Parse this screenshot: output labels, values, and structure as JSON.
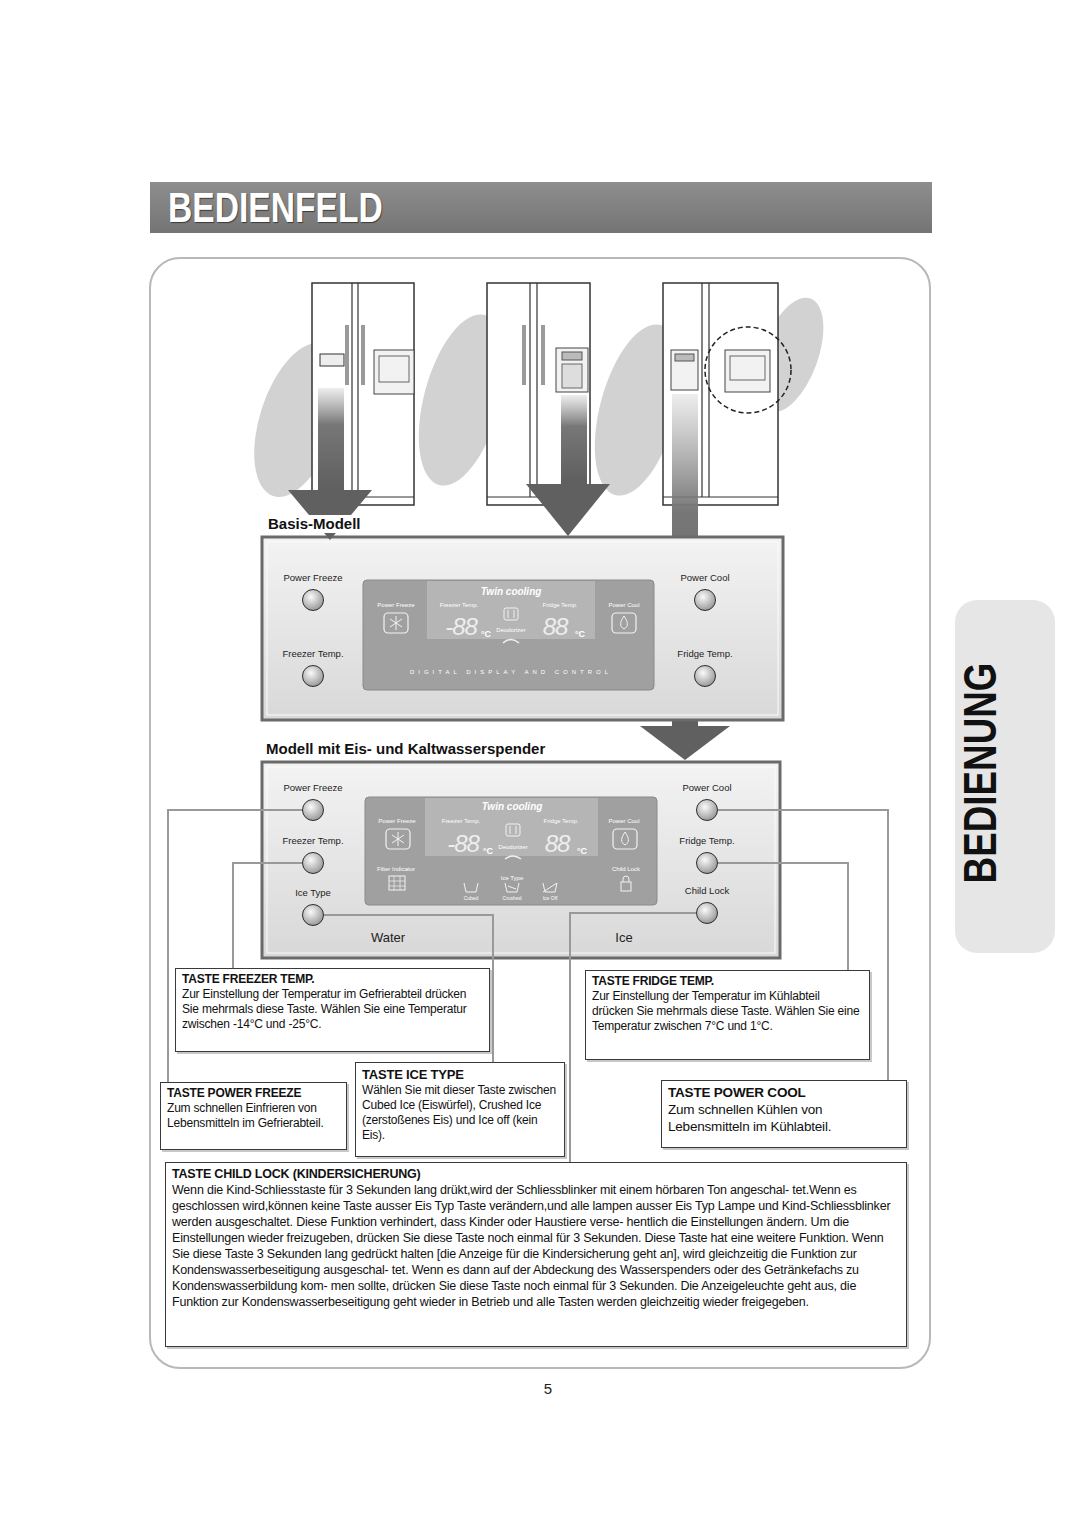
{
  "diagram": {
    "title": "BEDIENFELD",
    "nodes": [
      {
        "text": [
          "Basis-Modell"
        ]
      },
      {
        "text": [
          "Twin cooling",
          "Power Freeze",
          "Freezer Temp.",
          "Fridge Temp.",
          "Power Cool",
          "-88",
          "°C",
          "Deodorizer",
          "88",
          "°C",
          "DIGITAL DISPLAY AND CONTROL"
        ],
        "in": 0
      },
      {
        "text": [
          "Power Freeze"
        ],
        "in": 0
      },
      {
        "text": [
          "Power Cool"
        ],
        "in": 0
      },
      {
        "text": [
          "Freezer Temp."
        ],
        "in": 0
      },
      {
        "text": [
          "Fridge Temp."
        ],
        "in": 0
      },
      {
        "text": [
          "Modell mit Eis- und Kaltwasserspender"
        ]
      },
      {
        "text": [
          "Twin cooling",
          "Power Freeze",
          "Freezer Temp.",
          "Fridge Temp.",
          "Power Cool",
          "-88",
          "°C",
          "Deodorizer",
          "88",
          "°C",
          "Filter Indicator",
          "Child Lock",
          "Ice Type",
          "Cubed",
          "Crushed",
          "Ice Off"
        ],
        "in": 6
      },
      {
        "text": [
          "Power Freeze"
        ],
        "in": 6
      },
      {
        "text": [
          "Power Cool"
        ],
        "in": 6
      },
      {
        "text": [
          "Freezer Temp."
        ],
        "in": 6
      },
      {
        "text": [
          "Fridge Temp."
        ],
        "in": 6
      },
      {
        "text": [
          "Ice Type"
        ],
        "in": 6
      },
      {
        "text": [
          "Child Lock"
        ],
        "in": 6
      },
      {
        "text": [
          "TASTE FREEZER TEMP.",
          "Zur Einstellung der Temperatur im Gefrierabteil drücken Sie mehrmals diese Taste. Wählen Sie eine Temperatur zwischen -14°C und -25°C."
        ]
      },
      {
        "text": [
          "TASTE FRIDGE TEMP.",
          "Zur Einstellung der Temperatur im Kühlabteil drücken Sie mehrmals diese Taste. Wählen Sie eine Temperatur zwischen 7°C und 1°C."
        ]
      },
      {
        "text": [
          "TASTE ICE TYPE",
          "Wählen Sie mit dieser Taste zwischen Cubed Ice (Eiswürfel), Crushed Ice (zerstoßenes Eis) und Ice off (kein Eis)."
        ]
      },
      {
        "text": [
          "TASTE POWER FREEZE",
          "Zum schnellen Einfrieren von Lebensmitteln im Gefrierabteil."
        ]
      },
      {
        "text": [
          "TASTE POWER COOL",
          "Zum schnellen Kühlen von Lebensmitteln im Kühlabteil."
        ]
      },
      {
        "text": [
          "TASTE CHILD LOCK (KINDERSICHERUNG)",
          "Wenn die Kind-Schliesstaste für 3 Sekunden lang drükt,wird der Schliessblinker mit einem hörbaren Ton angeschal- tet.Wenn es geschlossen wird,können keine Taste ausser Eis Typ Taste verändern,und alle lampen ausser Eis Typ Lampe und Kind-Schliessblinker werden ausgeschaltet. Diese Funktion verhindert, dass Kinder oder Haustiere verse- hentlich die Einstellungen ändern. Um die Einstellungen wieder freizugeben, drücken Sie diese Taste noch einmal für 3 Sekunden. Diese Taste hat eine weitere Funktion. Wenn Sie diese Taste 3 Sekunden lang gedrückt halten [die Anzeige für die Kindersicherung geht an], wird gleichzeitig die Funktion zur Kondenswasserbeseitigung ausgeschal- tet. Wenn es dann auf der Abdeckung des Wasserspenders oder des Getränkefachs zu Kondenswasserbildung kom- men sollte, drücken Sie diese Taste noch einmal für 3 Sekunden. Die Anzeigeleuchte geht aus, die Funktion zur Kondenswasserbeseitigung geht wieder in Betrieb und alle Tasten werden gleichzeitig wieder freigegeben."
        ]
      },
      {
        "text": [
          "BEDIENUNG"
        ]
      }
    ],
    "edges": [
      {
        "from": 8,
        "to": 17,
        "arrow": "none"
      },
      {
        "from": 10,
        "to": 14,
        "arrow": "none"
      },
      {
        "from": 12,
        "to": 16,
        "arrow": "none"
      },
      {
        "from": 9,
        "to": 18,
        "arrow": "none"
      },
      {
        "from": 11,
        "to": 15,
        "arrow": "none"
      },
      {
        "from": 13,
        "to": 19,
        "arrow": "none"
      }
    ],
    "labels": [
      "Water",
      "Ice",
      "5"
    ]
  }
}
